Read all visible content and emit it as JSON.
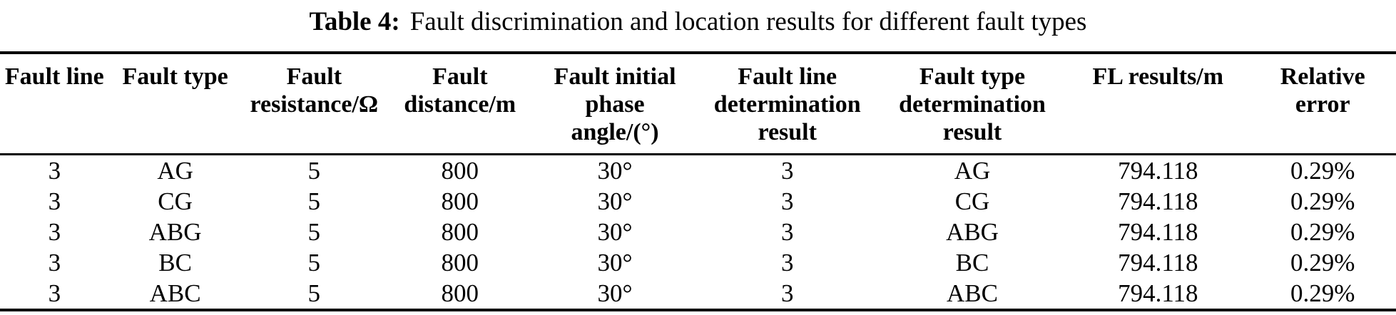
{
  "caption": {
    "label": "Table 4:",
    "text": "Fault discrimination and location results for different fault types"
  },
  "table": {
    "columns": [
      {
        "id": "fault-line",
        "label": "Fault line"
      },
      {
        "id": "fault-type",
        "label": "Fault type"
      },
      {
        "id": "fault-resistance",
        "label": "Fault\nresistance/Ω"
      },
      {
        "id": "fault-distance",
        "label": "Fault\ndistance/m"
      },
      {
        "id": "fault-initial-phase-angle",
        "label": "Fault initial\nphase\nangle/(°)"
      },
      {
        "id": "fault-line-determination-result",
        "label": "Fault line\ndetermination\nresult"
      },
      {
        "id": "fault-type-determination-result",
        "label": "Fault type\ndetermination\nresult"
      },
      {
        "id": "fl-results",
        "label": "FL results/m"
      },
      {
        "id": "relative-error",
        "label": "Relative\nerror"
      }
    ],
    "rows": [
      [
        "3",
        "AG",
        "5",
        "800",
        "30°",
        "3",
        "AG",
        "794.118",
        "0.29%"
      ],
      [
        "3",
        "CG",
        "5",
        "800",
        "30°",
        "3",
        "CG",
        "794.118",
        "0.29%"
      ],
      [
        "3",
        "ABG",
        "5",
        "800",
        "30°",
        "3",
        "ABG",
        "794.118",
        "0.29%"
      ],
      [
        "3",
        "BC",
        "5",
        "800",
        "30°",
        "3",
        "BC",
        "794.118",
        "0.29%"
      ],
      [
        "3",
        "ABC",
        "5",
        "800",
        "30°",
        "3",
        "ABC",
        "794.118",
        "0.29%"
      ]
    ]
  },
  "colors": {
    "text": "#000000",
    "rule": "#000000",
    "background": "#ffffff"
  }
}
